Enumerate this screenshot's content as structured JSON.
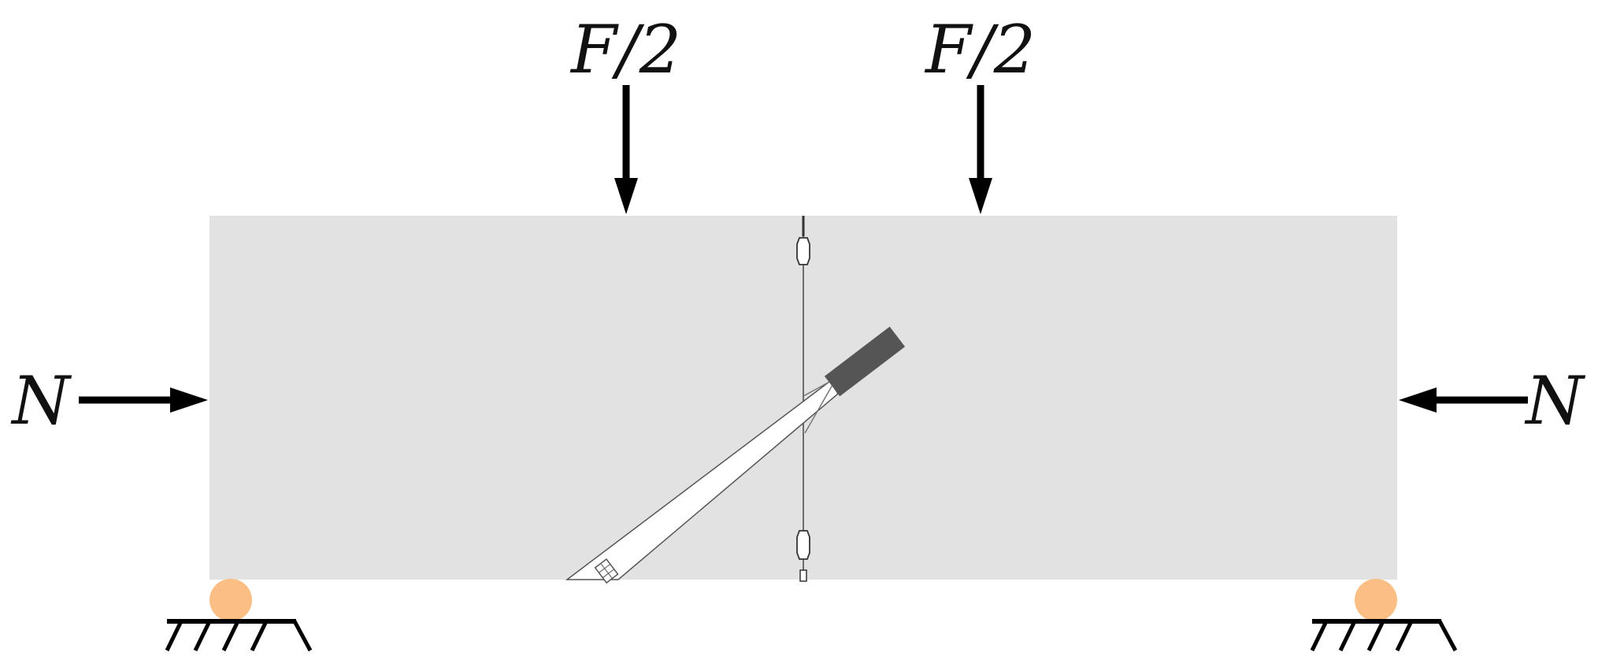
{
  "labels": {
    "load_left": "F/2",
    "load_right": "F/2",
    "axial_left": "N",
    "axial_right": "N"
  },
  "colors": {
    "beam_fill": "#e2e2e2",
    "roller_fill": "#fbbf86",
    "bar_fill": "#ffffff",
    "bar_end_fill": "#555555",
    "arrow": "#000000"
  }
}
